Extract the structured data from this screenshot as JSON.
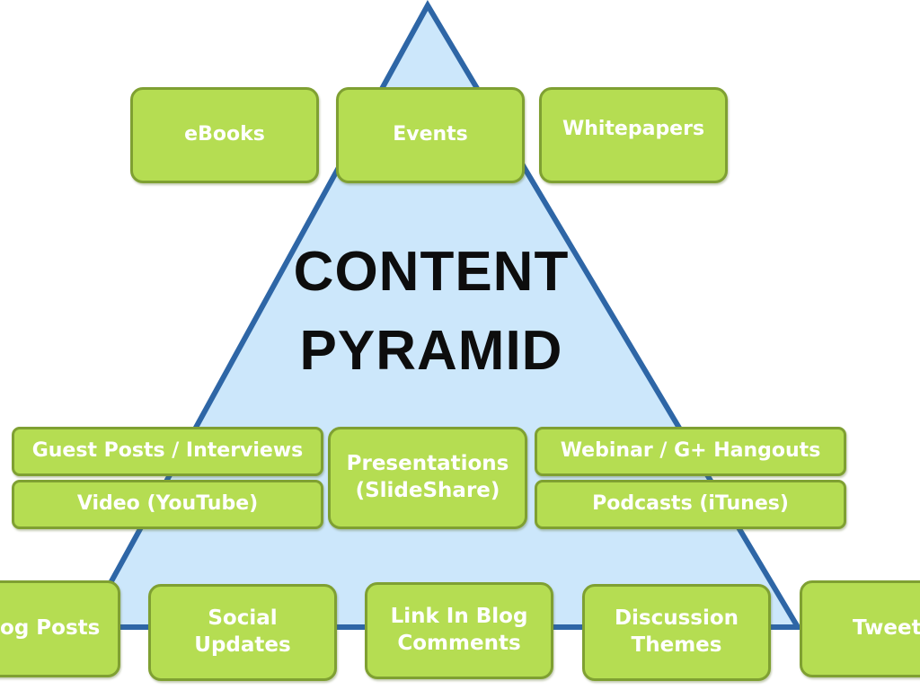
{
  "diagram": {
    "title_line1": "CONTENT",
    "title_line2": "PYRAMID",
    "colors": {
      "pyramid_fill": "#cce7fb",
      "pyramid_stroke": "#2e66a6",
      "box_fill": "#b5dd52",
      "box_border": "#7fa032",
      "box_text": "#ffffff",
      "title_text": "#0d0d0d"
    },
    "top_tier": [
      {
        "label": "eBooks"
      },
      {
        "label": "Events"
      },
      {
        "label": "Whitepapers"
      }
    ],
    "middle_tier": {
      "left": [
        {
          "label": "Guest Posts / Interviews"
        },
        {
          "label": "Video (YouTube)"
        }
      ],
      "center": {
        "label": "Presentations\n(SlideShare)"
      },
      "right": [
        {
          "label": "Webinar / G+ Hangouts"
        },
        {
          "label": "Podcasts (iTunes)"
        }
      ]
    },
    "bottom_tier": [
      {
        "label": "Blog Posts"
      },
      {
        "label": "Social\nUpdates"
      },
      {
        "label": "Link In Blog\nComments"
      },
      {
        "label": "Discussion\nThemes"
      },
      {
        "label": "Tweets"
      }
    ]
  }
}
